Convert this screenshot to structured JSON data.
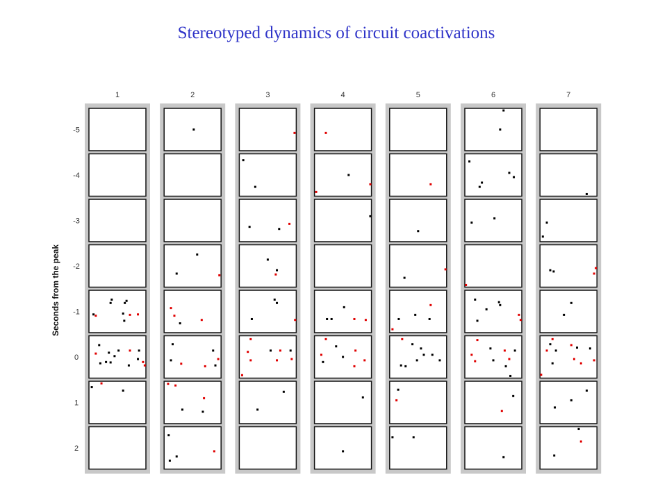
{
  "title": "Stereotyped dynamics of circuit coactivations",
  "chart_data": {
    "type": "scatter",
    "title": "Stereotyped dynamics of circuit coactivations",
    "ylabel": "Seconds from the peak",
    "columns": [
      "1",
      "2",
      "3",
      "4",
      "5",
      "6",
      "7"
    ],
    "rows": [
      "-5",
      "-4",
      "-3",
      "-2",
      "-1",
      "0",
      "1",
      "2"
    ],
    "colors": {
      "black": "#000000",
      "red": "#e00000",
      "column_background": "#c8c8c8"
    },
    "panels": [
      {
        "col": "1",
        "row": "-5",
        "points": []
      },
      {
        "col": "1",
        "row": "-4",
        "points": []
      },
      {
        "col": "1",
        "row": "-3",
        "points": []
      },
      {
        "col": "1",
        "row": "-2",
        "points": []
      },
      {
        "col": "1",
        "row": "-1",
        "points": [
          [
            0.08,
            0.57,
            "k"
          ],
          [
            0.12,
            0.6,
            "r"
          ],
          [
            0.4,
            0.22,
            "k"
          ],
          [
            0.38,
            0.3,
            "k"
          ],
          [
            0.63,
            0.3,
            "k"
          ],
          [
            0.66,
            0.25,
            "k"
          ],
          [
            0.6,
            0.55,
            "k"
          ],
          [
            0.86,
            0.57,
            "r"
          ],
          [
            0.72,
            0.58,
            "r"
          ],
          [
            0.62,
            0.72,
            "k"
          ]
        ]
      },
      {
        "col": "1",
        "row": "0",
        "points": [
          [
            0.18,
            0.22,
            "k"
          ],
          [
            0.12,
            0.42,
            "r"
          ],
          [
            0.2,
            0.65,
            "k"
          ],
          [
            0.3,
            0.62,
            "k"
          ],
          [
            0.38,
            0.63,
            "k"
          ],
          [
            0.35,
            0.4,
            "k"
          ],
          [
            0.52,
            0.35,
            "k"
          ],
          [
            0.45,
            0.48,
            "k"
          ],
          [
            0.72,
            0.35,
            "r"
          ],
          [
            0.88,
            0.35,
            "k"
          ],
          [
            0.95,
            0.62,
            "r"
          ],
          [
            0.98,
            0.7,
            "r"
          ],
          [
            0.7,
            0.7,
            "k"
          ],
          [
            0.86,
            0.55,
            "k"
          ]
        ]
      },
      {
        "col": "1",
        "row": "1",
        "points": [
          [
            0.05,
            0.14,
            "k"
          ],
          [
            0.22,
            0.05,
            "r"
          ],
          [
            0.6,
            0.22,
            "k"
          ]
        ]
      },
      {
        "col": "1",
        "row": "2",
        "points": []
      },
      {
        "col": "2",
        "row": "-5",
        "points": [
          [
            0.52,
            0.5,
            "k"
          ]
        ]
      },
      {
        "col": "2",
        "row": "-4",
        "points": []
      },
      {
        "col": "2",
        "row": "-3",
        "points": []
      },
      {
        "col": "2",
        "row": "-2",
        "points": [
          [
            0.58,
            0.23,
            "k"
          ],
          [
            0.22,
            0.68,
            "k"
          ],
          [
            0.97,
            0.72,
            "r"
          ]
        ]
      },
      {
        "col": "2",
        "row": "-1",
        "points": [
          [
            0.12,
            0.42,
            "r"
          ],
          [
            0.18,
            0.6,
            "r"
          ],
          [
            0.28,
            0.78,
            "k"
          ],
          [
            0.66,
            0.7,
            "r"
          ]
        ]
      },
      {
        "col": "2",
        "row": "0",
        "points": [
          [
            0.15,
            0.2,
            "k"
          ],
          [
            0.12,
            0.58,
            "k"
          ],
          [
            0.3,
            0.66,
            "r"
          ],
          [
            0.86,
            0.35,
            "k"
          ],
          [
            0.95,
            0.55,
            "r"
          ],
          [
            0.9,
            0.7,
            "k"
          ],
          [
            0.72,
            0.72,
            "r"
          ]
        ]
      },
      {
        "col": "2",
        "row": "1",
        "points": [
          [
            0.07,
            0.06,
            "r"
          ],
          [
            0.2,
            0.1,
            "r"
          ],
          [
            0.32,
            0.67,
            "k"
          ],
          [
            0.7,
            0.4,
            "r"
          ],
          [
            0.68,
            0.72,
            "k"
          ]
        ]
      },
      {
        "col": "2",
        "row": "2",
        "points": [
          [
            0.08,
            0.2,
            "k"
          ],
          [
            0.22,
            0.7,
            "k"
          ],
          [
            0.1,
            0.8,
            "k"
          ],
          [
            0.88,
            0.58,
            "r"
          ]
        ]
      },
      {
        "col": "3",
        "row": "-5",
        "points": [
          [
            0.97,
            0.58,
            "r"
          ]
        ]
      },
      {
        "col": "3",
        "row": "-4",
        "points": [
          [
            0.07,
            0.15,
            "k"
          ],
          [
            0.28,
            0.78,
            "k"
          ]
        ]
      },
      {
        "col": "3",
        "row": "-3",
        "points": [
          [
            0.18,
            0.65,
            "k"
          ],
          [
            0.7,
            0.7,
            "k"
          ],
          [
            0.88,
            0.58,
            "r"
          ]
        ]
      },
      {
        "col": "3",
        "row": "-2",
        "points": [
          [
            0.5,
            0.35,
            "k"
          ],
          [
            0.66,
            0.6,
            "k"
          ],
          [
            0.64,
            0.7,
            "r"
          ]
        ]
      },
      {
        "col": "3",
        "row": "-1",
        "points": [
          [
            0.62,
            0.22,
            "k"
          ],
          [
            0.66,
            0.3,
            "k"
          ],
          [
            0.22,
            0.68,
            "k"
          ],
          [
            0.98,
            0.7,
            "r"
          ]
        ]
      },
      {
        "col": "3",
        "row": "0",
        "points": [
          [
            0.2,
            0.08,
            "r"
          ],
          [
            0.15,
            0.38,
            "r"
          ],
          [
            0.2,
            0.58,
            "r"
          ],
          [
            0.55,
            0.35,
            "k"
          ],
          [
            0.72,
            0.35,
            "r"
          ],
          [
            0.9,
            0.35,
            "k"
          ],
          [
            0.92,
            0.55,
            "r"
          ],
          [
            0.66,
            0.58,
            "r"
          ],
          [
            0.05,
            0.93,
            "r"
          ]
        ]
      },
      {
        "col": "3",
        "row": "1",
        "points": [
          [
            0.78,
            0.25,
            "k"
          ],
          [
            0.32,
            0.67,
            "k"
          ]
        ]
      },
      {
        "col": "3",
        "row": "2",
        "points": []
      },
      {
        "col": "4",
        "row": "-5",
        "points": [
          [
            0.2,
            0.58,
            "r"
          ]
        ]
      },
      {
        "col": "4",
        "row": "-4",
        "points": [
          [
            0.6,
            0.5,
            "k"
          ],
          [
            0.98,
            0.72,
            "r"
          ],
          [
            0.03,
            0.9,
            "r"
          ]
        ]
      },
      {
        "col": "4",
        "row": "-3",
        "points": [
          [
            0.98,
            0.4,
            "k"
          ]
        ]
      },
      {
        "col": "4",
        "row": "-2",
        "points": []
      },
      {
        "col": "4",
        "row": "-1",
        "points": [
          [
            0.52,
            0.4,
            "k"
          ],
          [
            0.22,
            0.68,
            "k"
          ],
          [
            0.3,
            0.68,
            "k"
          ],
          [
            0.7,
            0.68,
            "r"
          ],
          [
            0.9,
            0.7,
            "r"
          ]
        ]
      },
      {
        "col": "4",
        "row": "0",
        "points": [
          [
            0.2,
            0.08,
            "r"
          ],
          [
            0.38,
            0.25,
            "k"
          ],
          [
            0.12,
            0.45,
            "r"
          ],
          [
            0.15,
            0.62,
            "k"
          ],
          [
            0.5,
            0.5,
            "k"
          ],
          [
            0.72,
            0.35,
            "r"
          ],
          [
            0.88,
            0.58,
            "r"
          ],
          [
            0.7,
            0.72,
            "r"
          ]
        ]
      },
      {
        "col": "4",
        "row": "1",
        "points": [
          [
            0.85,
            0.38,
            "k"
          ]
        ]
      },
      {
        "col": "4",
        "row": "2",
        "points": [
          [
            0.5,
            0.58,
            "k"
          ]
        ]
      },
      {
        "col": "5",
        "row": "-5",
        "points": []
      },
      {
        "col": "5",
        "row": "-4",
        "points": [
          [
            0.72,
            0.72,
            "r"
          ]
        ]
      },
      {
        "col": "5",
        "row": "-3",
        "points": [
          [
            0.5,
            0.75,
            "k"
          ]
        ]
      },
      {
        "col": "5",
        "row": "-2",
        "points": [
          [
            0.26,
            0.78,
            "k"
          ],
          [
            0.98,
            0.58,
            "r"
          ]
        ]
      },
      {
        "col": "5",
        "row": "-1",
        "points": [
          [
            0.72,
            0.35,
            "r"
          ],
          [
            0.16,
            0.68,
            "k"
          ],
          [
            0.45,
            0.58,
            "k"
          ],
          [
            0.7,
            0.68,
            "k"
          ],
          [
            0.05,
            0.92,
            "r"
          ]
        ]
      },
      {
        "col": "5",
        "row": "0",
        "points": [
          [
            0.22,
            0.08,
            "r"
          ],
          [
            0.4,
            0.2,
            "k"
          ],
          [
            0.55,
            0.3,
            "k"
          ],
          [
            0.6,
            0.45,
            "k"
          ],
          [
            0.75,
            0.45,
            "k"
          ],
          [
            0.88,
            0.58,
            "k"
          ],
          [
            0.2,
            0.7,
            "k"
          ],
          [
            0.28,
            0.72,
            "k"
          ],
          [
            0.48,
            0.58,
            "k"
          ]
        ]
      },
      {
        "col": "5",
        "row": "1",
        "points": [
          [
            0.15,
            0.2,
            "k"
          ],
          [
            0.12,
            0.45,
            "r"
          ]
        ]
      },
      {
        "col": "5",
        "row": "2",
        "points": [
          [
            0.05,
            0.25,
            "k"
          ],
          [
            0.42,
            0.25,
            "k"
          ]
        ]
      },
      {
        "col": "6",
        "row": "-5",
        "points": [
          [
            0.68,
            0.05,
            "k"
          ],
          [
            0.62,
            0.5,
            "k"
          ]
        ]
      },
      {
        "col": "6",
        "row": "-4",
        "points": [
          [
            0.08,
            0.18,
            "k"
          ],
          [
            0.3,
            0.68,
            "k"
          ],
          [
            0.26,
            0.78,
            "k"
          ],
          [
            0.78,
            0.45,
            "k"
          ],
          [
            0.86,
            0.55,
            "k"
          ]
        ]
      },
      {
        "col": "6",
        "row": "-3",
        "points": [
          [
            0.12,
            0.55,
            "k"
          ],
          [
            0.52,
            0.45,
            "k"
          ]
        ]
      },
      {
        "col": "6",
        "row": "-2",
        "points": [
          [
            0.02,
            0.95,
            "r"
          ]
        ]
      },
      {
        "col": "6",
        "row": "-1",
        "points": [
          [
            0.18,
            0.22,
            "k"
          ],
          [
            0.6,
            0.28,
            "k"
          ],
          [
            0.62,
            0.35,
            "k"
          ],
          [
            0.38,
            0.45,
            "k"
          ],
          [
            0.22,
            0.72,
            "k"
          ],
          [
            0.95,
            0.58,
            "r"
          ],
          [
            0.98,
            0.7,
            "r"
          ]
        ]
      },
      {
        "col": "6",
        "row": "0",
        "points": [
          [
            0.22,
            0.1,
            "r"
          ],
          [
            0.12,
            0.45,
            "r"
          ],
          [
            0.18,
            0.6,
            "r"
          ],
          [
            0.45,
            0.3,
            "k"
          ],
          [
            0.5,
            0.58,
            "k"
          ],
          [
            0.7,
            0.35,
            "r"
          ],
          [
            0.78,
            0.55,
            "r"
          ],
          [
            0.88,
            0.35,
            "k"
          ],
          [
            0.72,
            0.72,
            "k"
          ],
          [
            0.8,
            0.95,
            "k"
          ]
        ]
      },
      {
        "col": "6",
        "row": "1",
        "points": [
          [
            0.85,
            0.35,
            "k"
          ],
          [
            0.65,
            0.7,
            "r"
          ]
        ]
      },
      {
        "col": "6",
        "row": "2",
        "points": [
          [
            0.68,
            0.72,
            "k"
          ]
        ]
      },
      {
        "col": "7",
        "row": "-5",
        "points": []
      },
      {
        "col": "7",
        "row": "-4",
        "points": [
          [
            0.82,
            0.95,
            "k"
          ]
        ]
      },
      {
        "col": "7",
        "row": "-3",
        "points": [
          [
            0.12,
            0.55,
            "k"
          ],
          [
            0.05,
            0.88,
            "k"
          ]
        ]
      },
      {
        "col": "7",
        "row": "-2",
        "points": [
          [
            0.18,
            0.6,
            "k"
          ],
          [
            0.24,
            0.63,
            "k"
          ],
          [
            0.98,
            0.55,
            "r"
          ],
          [
            0.95,
            0.68,
            "r"
          ]
        ]
      },
      {
        "col": "7",
        "row": "-1",
        "points": [
          [
            0.55,
            0.3,
            "k"
          ],
          [
            0.42,
            0.58,
            "k"
          ]
        ]
      },
      {
        "col": "7",
        "row": "0",
        "points": [
          [
            0.22,
            0.08,
            "r"
          ],
          [
            0.18,
            0.2,
            "k"
          ],
          [
            0.12,
            0.35,
            "r"
          ],
          [
            0.28,
            0.35,
            "k"
          ],
          [
            0.22,
            0.65,
            "k"
          ],
          [
            0.55,
            0.22,
            "r"
          ],
          [
            0.65,
            0.28,
            "k"
          ],
          [
            0.6,
            0.55,
            "r"
          ],
          [
            0.72,
            0.65,
            "r"
          ],
          [
            0.88,
            0.3,
            "k"
          ],
          [
            0.95,
            0.58,
            "r"
          ],
          [
            0.02,
            0.92,
            "r"
          ]
        ]
      },
      {
        "col": "7",
        "row": "1",
        "points": [
          [
            0.82,
            0.22,
            "k"
          ],
          [
            0.55,
            0.45,
            "k"
          ],
          [
            0.26,
            0.62,
            "k"
          ]
        ]
      },
      {
        "col": "7",
        "row": "2",
        "points": [
          [
            0.68,
            0.05,
            "k"
          ],
          [
            0.72,
            0.35,
            "r"
          ],
          [
            0.25,
            0.68,
            "k"
          ]
        ]
      }
    ]
  }
}
